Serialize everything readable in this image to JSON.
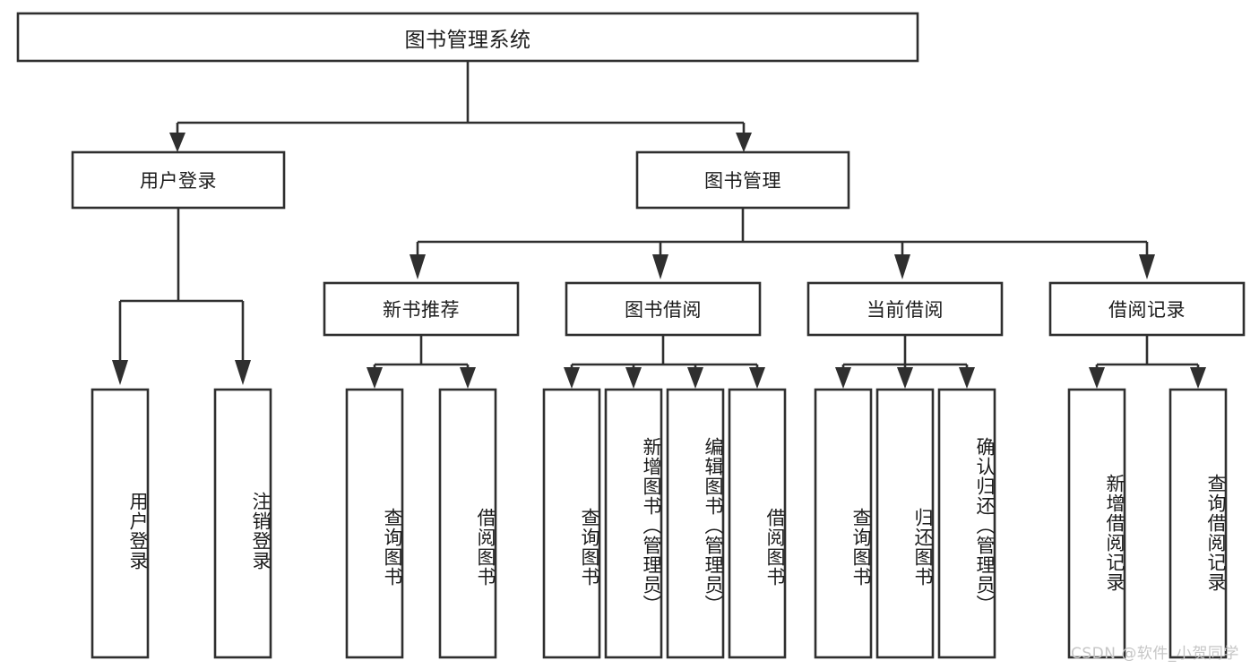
{
  "diagram": {
    "type": "tree-hierarchy-chart",
    "title": "图书管理系统",
    "orientation": "top-down",
    "colors": {
      "box_stroke": "#2f2f2f",
      "box_fill": "#ffffff",
      "text": "#1c1c1c",
      "background": "#ffffff",
      "watermark": "#c6c6c6"
    },
    "root": {
      "label": "图书管理系统"
    },
    "level1": [
      {
        "label": "用户登录"
      },
      {
        "label": "图书管理"
      }
    ],
    "level2": [
      {
        "label": "新书推荐"
      },
      {
        "label": "图书借阅"
      },
      {
        "label": "当前借阅"
      },
      {
        "label": "借阅记录"
      }
    ],
    "leaves": {
      "user_login": [
        {
          "label": "用户登录"
        },
        {
          "label": "注销登录"
        }
      ],
      "new_book_recommend": [
        {
          "label": "查询图书"
        },
        {
          "label": "借阅图书"
        }
      ],
      "book_borrow": [
        {
          "label": "查询图书"
        },
        {
          "label": "新增图书（管理员）"
        },
        {
          "label": "编辑图书（管理员）"
        },
        {
          "label": "借阅图书"
        }
      ],
      "current_borrow": [
        {
          "label": "查询图书"
        },
        {
          "label": "归还图书"
        },
        {
          "label": "确认归还（管理员）"
        }
      ],
      "borrow_record": [
        {
          "label": "新增借阅记录"
        },
        {
          "label": "查询借阅记录"
        }
      ]
    }
  },
  "watermark": {
    "text": "CSDN @软件_小贺同学"
  }
}
